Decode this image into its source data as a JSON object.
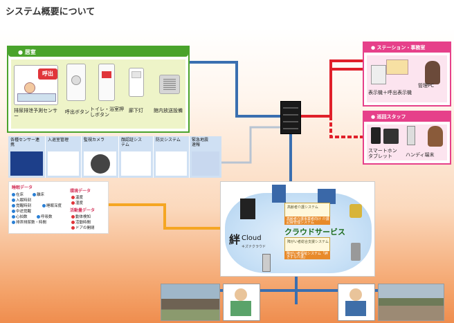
{
  "title": "システム概要について",
  "room": {
    "header": "● 居室",
    "call_badge": "呼出",
    "devices": [
      {
        "label": "排尿排泄予測センサー"
      },
      {
        "label": "呼出ボタン"
      },
      {
        "label": "トイレ・浴室押しボタン"
      },
      {
        "label": "廊下灯"
      },
      {
        "label": "館内放送設備"
      }
    ]
  },
  "station": {
    "header": "● ステーション・事務室",
    "items": [
      {
        "label": "表示機＋呼出表示機"
      },
      {
        "label": "管理PC"
      }
    ]
  },
  "staff": {
    "header": "● 巡回スタッフ",
    "items": [
      {
        "label": "スマートホン タブレット"
      },
      {
        "label": "ハンディ端末"
      }
    ]
  },
  "sensors": [
    {
      "label": "各種センサー連携",
      "icon": "sensor-mat-icon"
    },
    {
      "label": "入退室管理",
      "icon": "card-reader-icon"
    },
    {
      "label": "監視カメラ",
      "icon": "camera-icon"
    },
    {
      "label": "顔認証システム",
      "icon": "face-id-icon"
    },
    {
      "label": "防災システム",
      "icon": "smoke-detector-icon"
    },
    {
      "label": "緊急地震速報",
      "icon": "earthquake-alert-icon"
    }
  ],
  "data_panel": {
    "vital_title": "睡眠データ",
    "vital_items": [
      "在床",
      "離床",
      "入眠時刻",
      "覚醒時刻",
      "睡眠深度",
      "中途覚醒",
      "心拍数",
      "呼吸数",
      "排泄排尿数・時間"
    ],
    "env_title": "環境データ",
    "env_items": [
      "温度",
      "湿度"
    ],
    "act_title": "活動量データ",
    "act_items": [
      "動体検知",
      "活動時間",
      "ドアの開閉"
    ]
  },
  "cloud": {
    "brand_kanji": "絆",
    "brand_word": "Cloud",
    "brand_sub": "キズナクラウド",
    "title": "クラウドサービス",
    "system1_name": "高齢者介護システム",
    "system1_desc": "高齢者介護事業者向け 介護記録管理システム",
    "system2_name": "障がい者総合支援システム",
    "system2_desc": "障がい者福祉システム「絆きずな介護」"
  },
  "colors": {
    "line_blue": "#3a6fb0",
    "line_red": "#e0202a",
    "line_orange": "#f5a623",
    "line_gray": "#b8c4d2",
    "room_green": "#4aa32b",
    "staff_pink": "#e6408a"
  }
}
